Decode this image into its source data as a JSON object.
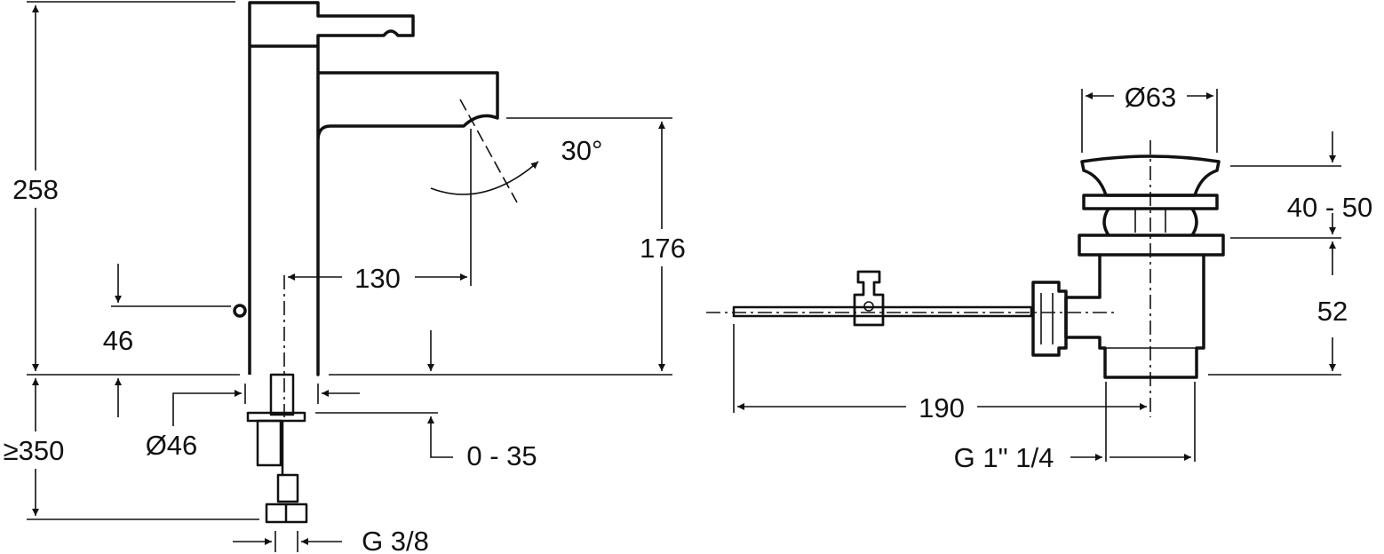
{
  "faucet": {
    "height_total": "258",
    "spout_height": "176",
    "spout_reach": "130",
    "spout_angle": "30°",
    "lever_height": "46",
    "body_diameter": "Ø46",
    "deck_thickness": "0 - 35",
    "hose_length": "≥350",
    "connection": "G 3/8"
  },
  "drain": {
    "plug_diameter": "Ø63",
    "plug_lift": "40 - 50",
    "body_height": "52",
    "rod_length": "190",
    "thread": "G 1\" 1/4"
  }
}
